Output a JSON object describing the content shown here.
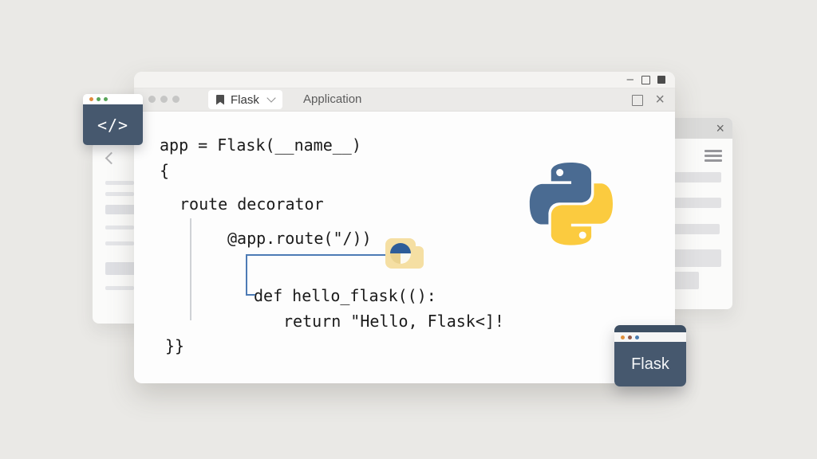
{
  "canvas": {
    "background": "#eae9e6"
  },
  "icons": {
    "close": "×",
    "minimize": "–",
    "menu": "hamburger-bars",
    "back_chevron": "left-angle",
    "tab_chevron": "down-angle",
    "flag": "bookmark-flag"
  },
  "left_badge": {
    "label": "</>",
    "dot_colors": [
      "#e08a3c",
      "#58a458",
      "#58a458"
    ]
  },
  "main_window": {
    "tab_label": "Flask",
    "title": "Application",
    "code_lines": [
      "app = Flask(__name__)",
      "{",
      "route decorator",
      "@app.route(\"/))",
      "def hello_flask(():",
      "return \"Hello, Flask<]!",
      "}}"
    ]
  },
  "flask_window": {
    "title": "Flask",
    "dot_colors": [
      "#e0903c",
      "#935949",
      "#4a7cb0"
    ]
  },
  "colors": {
    "slate": "#46586e",
    "python_blue": "#4a6b92",
    "python_yellow": "#fbcb3f",
    "connector": "#4d7bb5",
    "folder": "#f5dfa3",
    "folder_pie_blue": "#2e5d99"
  }
}
